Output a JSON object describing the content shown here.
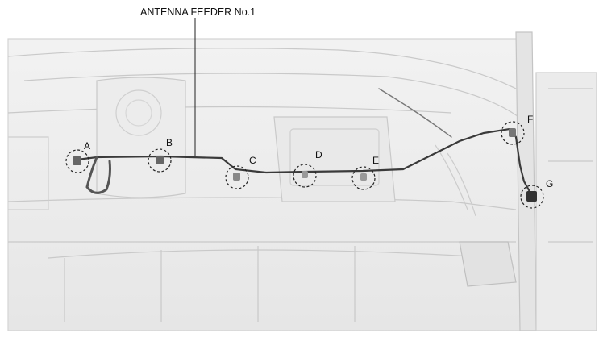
{
  "diagram": {
    "title": "ANTENNA FEEDER No.1",
    "callouts": [
      {
        "id": "A",
        "label": "A"
      },
      {
        "id": "B",
        "label": "B"
      },
      {
        "id": "C",
        "label": "C"
      },
      {
        "id": "D",
        "label": "D"
      },
      {
        "id": "E",
        "label": "E"
      },
      {
        "id": "F",
        "label": "F"
      },
      {
        "id": "G",
        "label": "G"
      }
    ]
  },
  "colors": {
    "line": "#4a4a4a",
    "ghost": "#c8c8c8",
    "cable": "#333333"
  }
}
